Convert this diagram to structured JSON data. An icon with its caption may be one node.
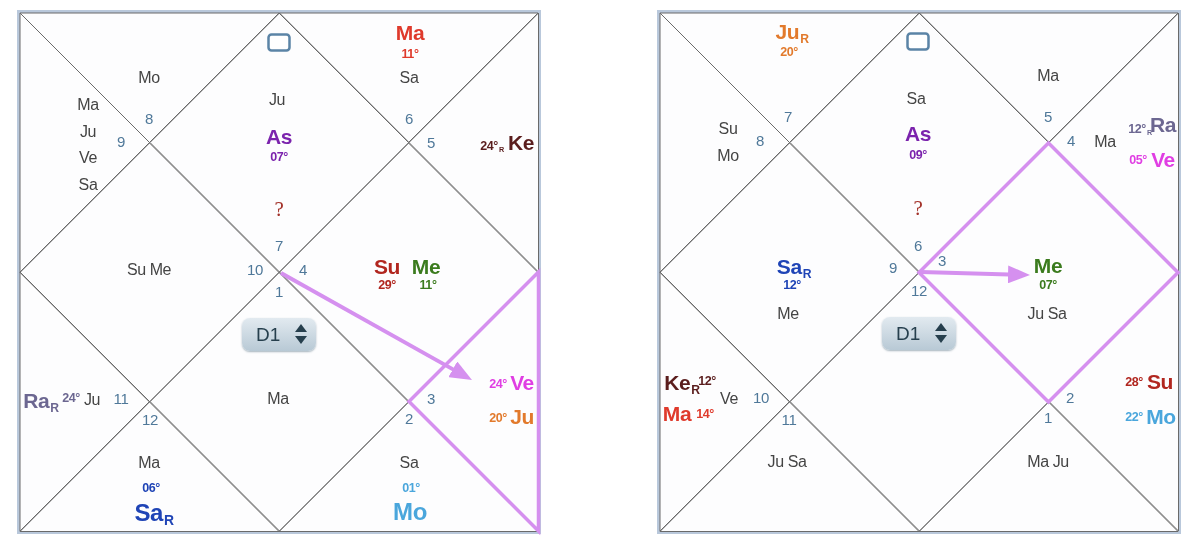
{
  "diagram": {
    "nodes": [
      {
        "text": [],
        "shape": "box"
      },
      {
        "text": [
          "Mo",
          "8"
        ],
        "in": 0
      },
      {
        "text": [
          "Ma",
          "11°",
          "Sa",
          "6"
        ],
        "in": 0
      },
      {
        "text": [
          "Ma",
          "Ju",
          "Ve",
          "Sa",
          "9"
        ],
        "in": 0
      },
      {
        "text": [
          "Ju",
          "As",
          "07°",
          "?",
          "7"
        ],
        "in": 0
      },
      {
        "text": [
          "5",
          "24°$_{R}$",
          "Ke"
        ],
        "in": 0
      },
      {
        "text": [
          "Su Me",
          "10"
        ],
        "in": 0
      },
      {
        "text": [
          "4",
          "Su",
          "Me",
          "29°",
          "11°"
        ],
        "in": 0
      },
      {
        "text": [
          "Ra$_{R}$",
          "24°",
          "Ju",
          "11"
        ],
        "in": 0
      },
      {
        "text": [
          "1",
          "D1",
          "Ma"
        ],
        "in": 0
      },
      {
        "text": [
          "24°",
          "Ve",
          "3",
          "20°",
          "Ju"
        ],
        "in": 0
      },
      {
        "text": [
          "12",
          "Ma",
          "06°",
          "Sa$_{R}$"
        ],
        "in": 0
      },
      {
        "text": [
          "2",
          "Sa",
          "01°",
          "Mo"
        ],
        "in": 0
      },
      {
        "text": [],
        "shape": "box"
      },
      {
        "text": [
          "Ju$_{R}$",
          "20°",
          "7"
        ],
        "in": 13
      },
      {
        "text": [
          "Ma",
          "5"
        ],
        "in": 13
      },
      {
        "text": [
          "Su",
          "8",
          "Mo"
        ],
        "in": 13
      },
      {
        "text": [
          "Sa",
          "As",
          "09°",
          "?",
          "6"
        ],
        "in": 13
      },
      {
        "text": [
          "12°$_{R}$",
          "Ra",
          "4",
          "Ma",
          "05°",
          "Ve"
        ],
        "in": 13
      },
      {
        "text": [
          "Sa$_{R}$",
          "9",
          "12°",
          "Me"
        ],
        "in": 13
      },
      {
        "text": [
          "3",
          "Me",
          "07°",
          "Ju Sa"
        ],
        "in": 13
      },
      {
        "text": [
          "Ke$_{R}$",
          "12°",
          "Ve",
          "10",
          "Ma",
          "14°"
        ],
        "in": 13
      },
      {
        "text": [
          "12",
          "D1"
        ],
        "in": 13
      },
      {
        "text": [
          "28°",
          "Su",
          "2",
          "22°",
          "Mo"
        ],
        "in": 13
      },
      {
        "text": [
          "11",
          "Ju Sa"
        ],
        "in": 13
      },
      {
        "text": [
          "1",
          "Ma Ju"
        ],
        "in": 13
      }
    ],
    "edges": [
      {
        "from": 7,
        "to": 10,
        "arrow": "to"
      },
      {
        "from": null,
        "to": 20,
        "arrow": "to"
      }
    ]
  }
}
